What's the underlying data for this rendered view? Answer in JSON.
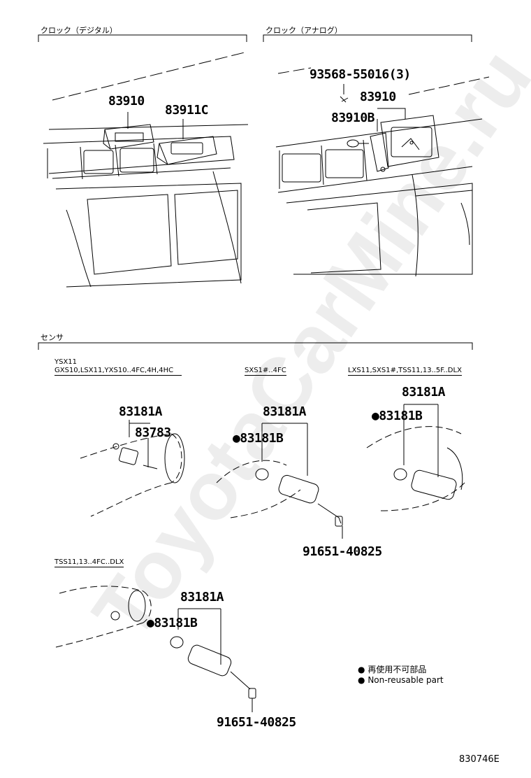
{
  "sections": {
    "digital_clock": {
      "title": "クロック（デジタル）",
      "parts": [
        "83910",
        "83911C"
      ]
    },
    "analog_clock": {
      "title": "クロック（アナログ）",
      "parts": [
        "93568-55016(3)",
        "83910",
        "83910B"
      ]
    },
    "sensor": {
      "title": "センサ",
      "variant_1": {
        "line1": "YSX11",
        "line2": "GXS10,LSX11,YXS10..4FC,4H,4HC",
        "parts": [
          "83181A",
          "83783"
        ]
      },
      "variant_2": {
        "title": "SXS1#..4FC",
        "parts": [
          "83181A",
          "83181B",
          "91651-40825"
        ]
      },
      "variant_3": {
        "title": "LXS11,SXS1#,TSS11,13..5F..DLX",
        "parts": [
          "83181A",
          "83181B"
        ]
      },
      "variant_4": {
        "title": "TSS11,13..4FC..DLX",
        "parts": [
          "83181A",
          "83181B",
          "91651-40825"
        ]
      }
    }
  },
  "legend": {
    "jp": "再使用不可部品",
    "en": "Non-reusable part",
    "marker": "●"
  },
  "diagram_code": "830746E",
  "watermark": "ToyotaCarMine.ru"
}
